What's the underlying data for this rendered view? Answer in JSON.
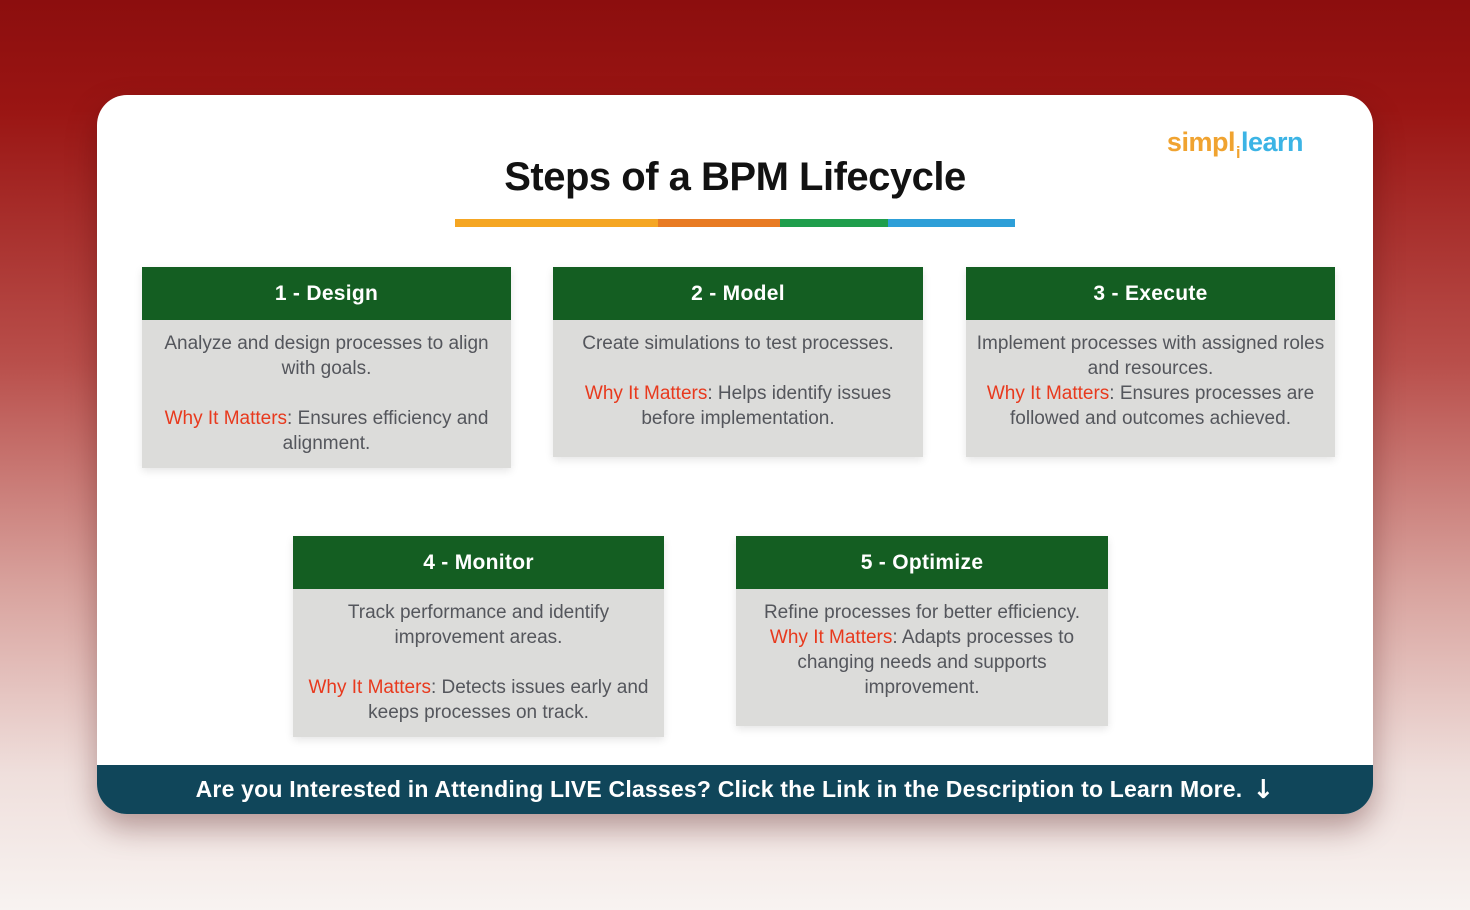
{
  "colors": {
    "background_top": "#8C0E0E",
    "background_bottom": "#F8F3F1",
    "card_header_green": "#145E22",
    "card_body_gray": "#DCDCDA",
    "body_text_gray": "#54565C",
    "highlight_red": "#E8391D",
    "banner_teal": "#10465A",
    "logo_orange": "#F0A330",
    "logo_blue": "#3CB4E5",
    "underline": [
      "#F5A623",
      "#E87B23",
      "#1F9E4C",
      "#2D9FD8"
    ]
  },
  "logo": {
    "first": "simpl",
    "dot": "i",
    "second": "learn"
  },
  "header": {
    "title": "Steps of a BPM Lifecycle"
  },
  "cards": [
    {
      "title": "1 - Design",
      "description": "Analyze and design processes to align with goals.",
      "why_label": "Why It Matters",
      "why_text": ": Ensures efficiency and alignment."
    },
    {
      "title": "2 - Model",
      "description": "Create simulations to test processes.",
      "why_label": "Why It Matters",
      "why_text": ": Helps identify issues before implementation."
    },
    {
      "title": "3 - Execute",
      "description": "Implement processes with assigned roles and resources.",
      "why_label": "Why It Matters",
      "why_text": ": Ensures processes are followed and outcomes achieved."
    },
    {
      "title": "4 - Monitor",
      "description": "Track performance and identify improvement areas.",
      "why_label": "Why It Matters",
      "why_text": ": Detects issues early and keeps processes on track."
    },
    {
      "title": "5 - Optimize",
      "description": "Refine processes for better efficiency.",
      "why_label": "Why It Matters",
      "why_text": ": Adapts processes to changing needs and supports improvement."
    }
  ],
  "banner": {
    "text": "Are you Interested in Attending LIVE Classes? Click the Link in the Description to Learn More.",
    "arrow": "↓"
  }
}
